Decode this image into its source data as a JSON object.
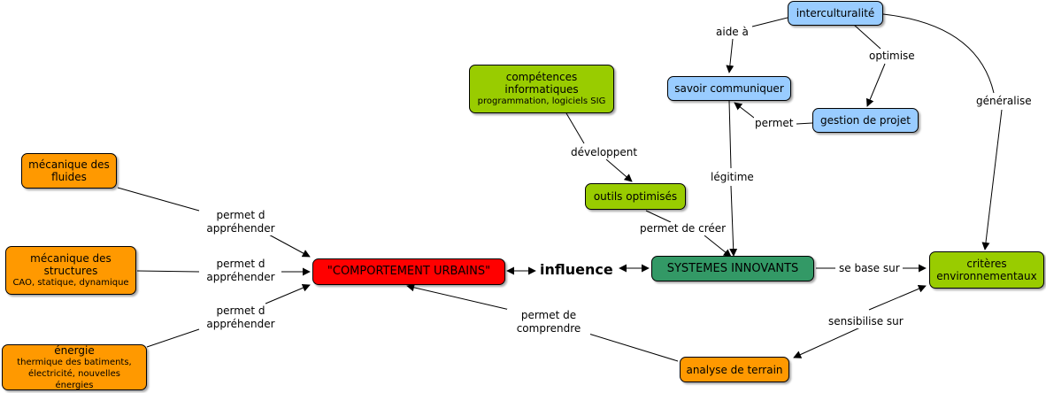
{
  "nodes": {
    "interculturalite": "interculturalité",
    "savoir_communiquer": "savoir communiquer",
    "gestion_projet": "gestion de projet",
    "competences": {
      "title": "compétences informatiques",
      "sub": "programmation, logiciels SIG"
    },
    "outils": "outils optimisés",
    "mecanique_fluides": "mécanique des fluides",
    "mecanique_structures": {
      "title": "mécanique des structures",
      "sub": "CAO, statique, dynamique"
    },
    "energie": {
      "title": "énergie",
      "sub": "thermique des batiments, électricité, nouvelles énergies"
    },
    "comportement": "\"COMPORTEMENT URBAINS\"",
    "influence": "influence",
    "systemes": "SYSTEMES INNOVANTS",
    "criteres": "critères environnementaux",
    "analyse": "analyse de terrain"
  },
  "links": {
    "aide_a": "aide à",
    "optimise": "optimise",
    "generalise": "généralise",
    "permet": "permet",
    "legitime": "légitime",
    "developpent": "développent",
    "permet_creer": "permet de créer",
    "permet_apprehender_1": "permet d appréhender",
    "permet_apprehender_2": "permet d appréhender",
    "permet_apprehender_3": "permet d appréhender",
    "se_base_sur": "se base sur",
    "sensibilise_sur": "sensibilise sur",
    "permet_comprendre": "permet de comprendre"
  }
}
